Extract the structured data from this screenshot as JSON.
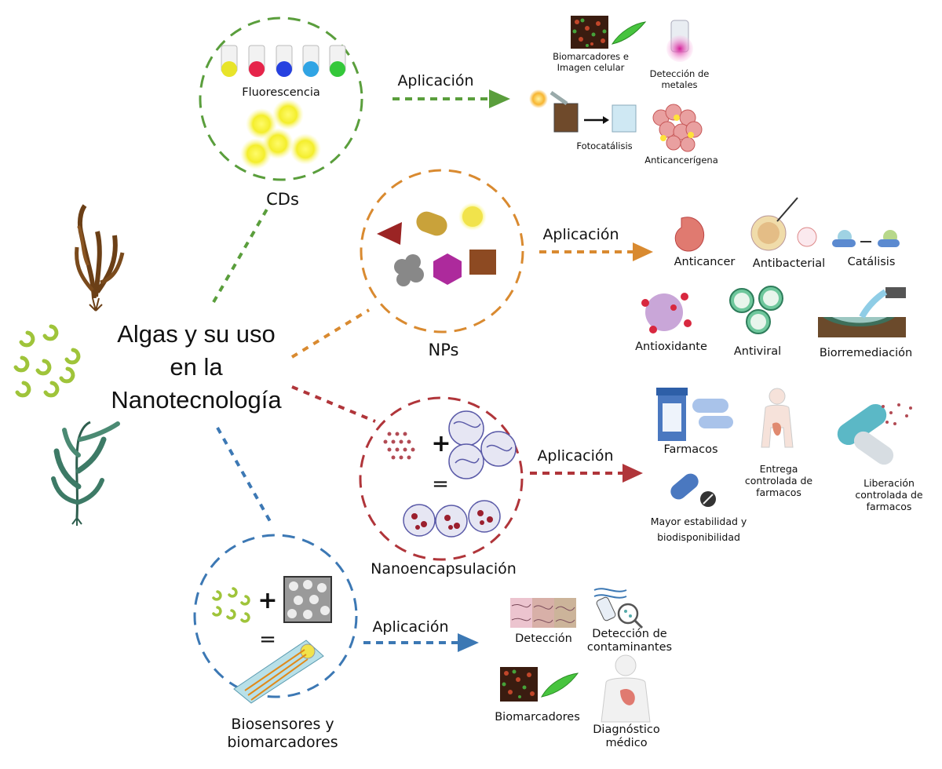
{
  "title": "Algas y su uso en la Nanotecnología",
  "title_lines": [
    "Algas y su uso",
    "en la",
    "Nanotecnología"
  ],
  "colors": {
    "cds": "#5a9e3c",
    "nps": "#d98a30",
    "nano": "#b0353a",
    "bio": "#3c78b4"
  },
  "branches": {
    "cds": {
      "label": "CDs",
      "inner_label": "Fluorescencia",
      "arrow_label": "Aplicación",
      "applications": [
        "Biomarcadores e Imagen celular",
        "Detección de metales",
        "Fotocatálisis",
        "Anticancerígena"
      ]
    },
    "nps": {
      "label": "NPs",
      "arrow_label": "Aplicación",
      "applications": [
        "Anticancer",
        "Antibacterial",
        "Catálisis",
        "Antioxidante",
        "Antiviral",
        "Biorremediación"
      ]
    },
    "nano": {
      "label": "Nanoencapsulación",
      "plus": "+",
      "equals": "=",
      "arrow_label": "Aplicación",
      "applications": [
        "Farmacos",
        "Entrega controlada de farmacos",
        "Liberación controlada de farmacos",
        "Mayor estabilidad y biodisponibilidad"
      ]
    },
    "bio": {
      "label": "Biosensores y biomarcadores",
      "plus": "+",
      "equals": "=",
      "arrow_label": "Aplicación",
      "applications": [
        "Detección",
        "Detección de contaminantes",
        "Biomarcadores",
        "Diagnóstico médico"
      ]
    }
  },
  "icons": [
    "brown-seaweed-icon",
    "green-seaweed-icon",
    "microalgae-icon",
    "test-tube-icon",
    "carbon-dot-icon",
    "nanoparticle-icon",
    "stomach-icon",
    "petri-dish-icon",
    "virus-icon",
    "pill-bottle-icon",
    "capsule-icon",
    "human-body-icon",
    "biosensor-strip-icon",
    "microscope-tissue-icon"
  ]
}
